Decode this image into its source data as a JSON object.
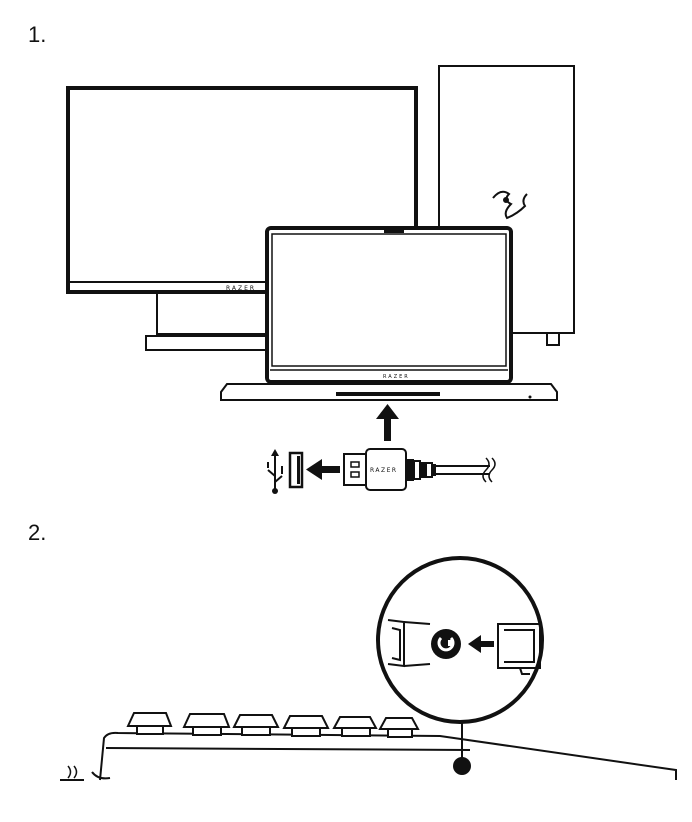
{
  "steps": [
    {
      "number": "1."
    },
    {
      "number": "2."
    }
  ],
  "labels": {
    "monitor_brand": "RAZER",
    "laptop_brand": "RAZER",
    "cable_brand": "RAZER"
  },
  "icons": {
    "usb": "usb-icon",
    "pc_logo": "razer-logo-icon"
  }
}
